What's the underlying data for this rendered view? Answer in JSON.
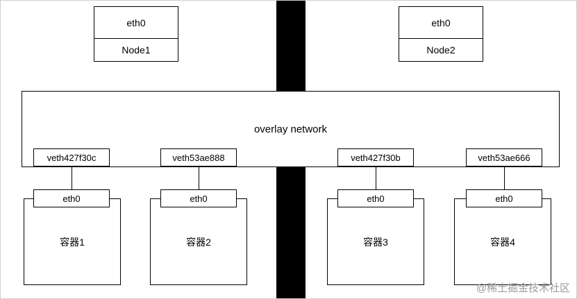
{
  "nodes": [
    {
      "iface": "eth0",
      "label": "Node1"
    },
    {
      "iface": "eth0",
      "label": "Node2"
    }
  ],
  "overlay_network": {
    "label": "overlay network"
  },
  "veth_interfaces": [
    {
      "label": "veth427f30c"
    },
    {
      "label": "veth53ae888"
    },
    {
      "label": "veth427f30b"
    },
    {
      "label": "veth53ae666"
    }
  ],
  "containers": [
    {
      "iface": "eth0",
      "label": "容器1"
    },
    {
      "iface": "eth0",
      "label": "容器2"
    },
    {
      "iface": "eth0",
      "label": "容器3"
    },
    {
      "iface": "eth0",
      "label": "容器4"
    }
  ],
  "watermark": "@稀土掘金技术社区",
  "colors": {
    "line": "#000000",
    "background": "#ffffff",
    "divider": "#000000",
    "watermark": "#9b9b9b"
  }
}
